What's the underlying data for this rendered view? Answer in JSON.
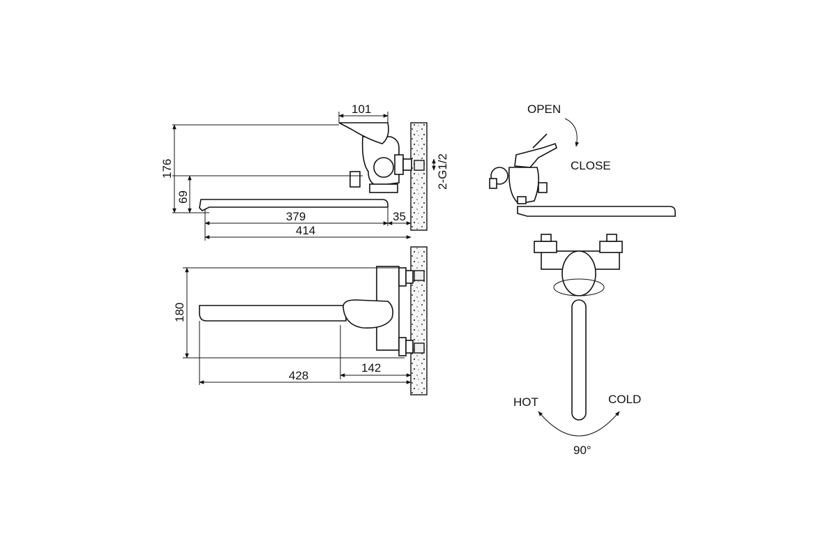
{
  "side_view": {
    "dims": {
      "handle_depth": "101",
      "height_total": "176",
      "spout_height": "69",
      "spout_reach": "379",
      "wall_offset": "35",
      "total_length": "414",
      "thread": "2-G1/2"
    }
  },
  "top_view": {
    "dims": {
      "width": "180",
      "total_length": "428",
      "body_depth": "142"
    }
  },
  "operation": {
    "open_label": "OPEN",
    "close_label": "CLOSE",
    "hot_label": "HOT",
    "cold_label": "COLD",
    "rotation_label": "90°"
  }
}
